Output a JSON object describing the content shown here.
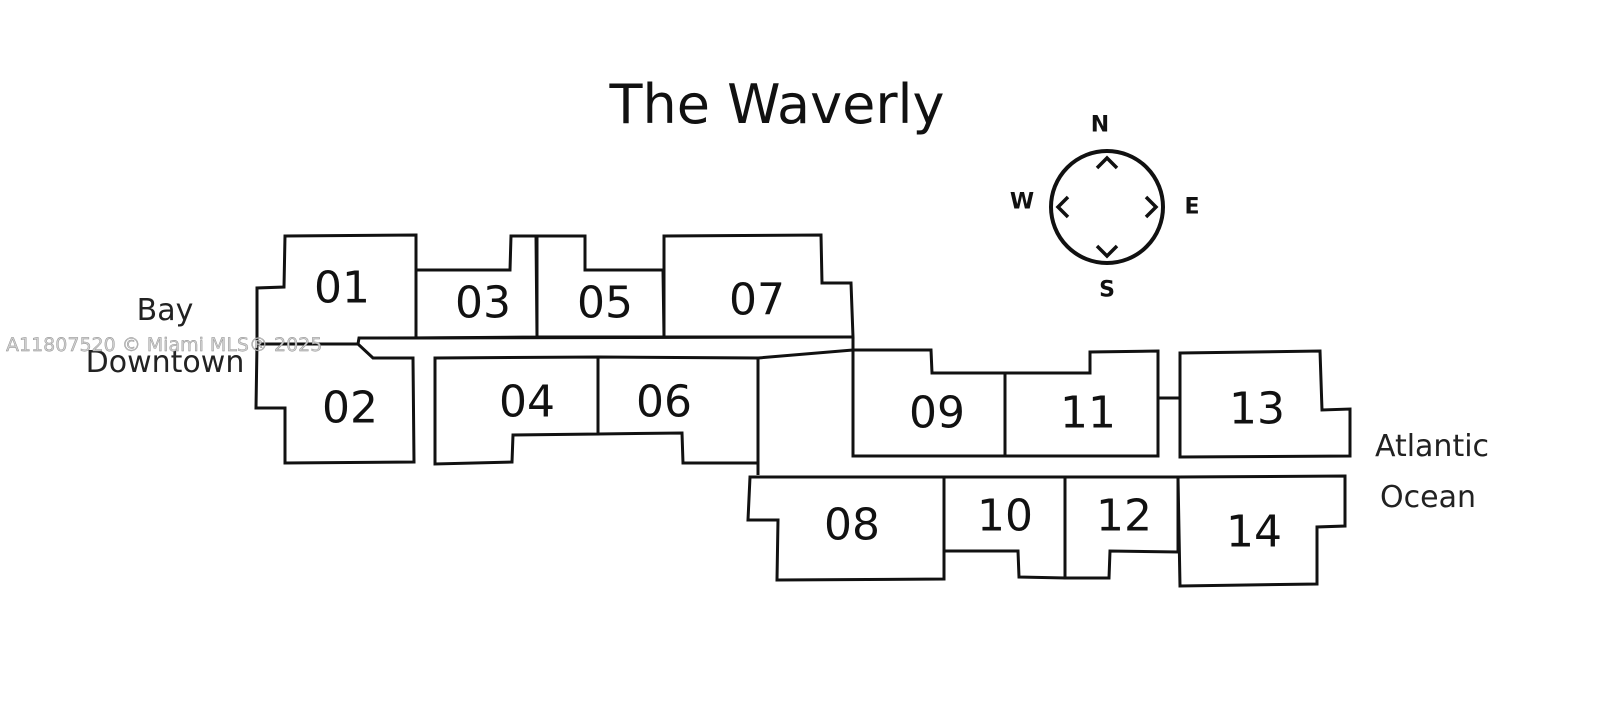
{
  "title": "The Waverly",
  "labels": {
    "west_line1": "Bay",
    "west_line2": "Downtown",
    "east_line1": "Atlantic",
    "east_line2": "Ocean"
  },
  "compass": {
    "north": "N",
    "south": "S",
    "east": "E",
    "west": "W"
  },
  "units": [
    "01",
    "02",
    "03",
    "04",
    "05",
    "06",
    "07",
    "08",
    "09",
    "10",
    "11",
    "12",
    "13",
    "14"
  ],
  "watermark": "A11807520 © Miami MLS® 2025",
  "colors": {
    "line": "#111111",
    "background": "#ffffff",
    "watermark": "#cfcfcf"
  }
}
